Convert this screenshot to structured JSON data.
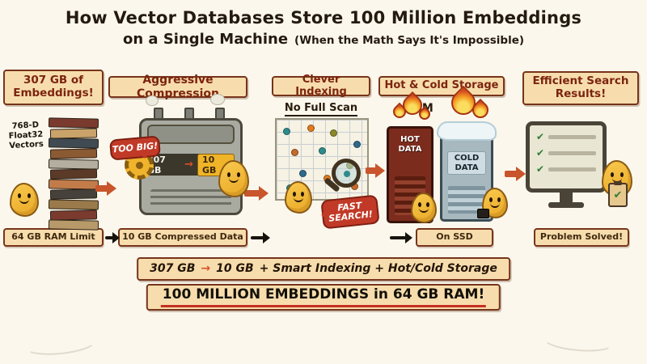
{
  "title": {
    "line1": "How Vector Databases Store 100 Million Embeddings",
    "line2": "on a Single Machine",
    "note": "(When the Math Says It's Impossible)"
  },
  "glyphs": {
    "arrow": "→",
    "check": "✔"
  },
  "panel1": {
    "header": "307 GB of Embeddings!",
    "stack_label": "768-D Float32 Vectors",
    "footer": "64 GB RAM Limit"
  },
  "panel2": {
    "header": "Aggressive Compression",
    "bubble": "TOO BIG!",
    "display_from": "307 GB",
    "display_to": "10 GB",
    "footer": "10 GB Compressed Data"
  },
  "panel3": {
    "header": "Clever Indexing",
    "subheader": "No Full Scan",
    "bubble_line1": "FAST",
    "bubble_line2": "SEARCH!"
  },
  "panel4": {
    "header": "Hot & Cold Storage",
    "subheader": "RAM",
    "hot_label": "HOT DATA",
    "cold_label": "COLD DATA",
    "footer": "On SSD"
  },
  "panel5": {
    "header": "Efficient Search Results!",
    "footer": "Problem Solved!"
  },
  "summary": {
    "from": "307 GB",
    "to": "10 GB",
    "rest": "+  Smart Indexing  +  Hot/Cold Storage",
    "headline": "100 MILLION EMBEDDINGS in 64 GB RAM!"
  },
  "colors": {
    "background": "#fbf7ec",
    "box_fill": "#f7ddad",
    "box_border": "#77341b",
    "header_text": "#7c2410",
    "accent_red": "#c13a27",
    "mascot_yellow": "#f2b438",
    "arrow_orange": "#c8552b",
    "hot_server": "#7c2c1d",
    "cold_server": "#a7b8bf",
    "check_green": "#2e7d32"
  }
}
